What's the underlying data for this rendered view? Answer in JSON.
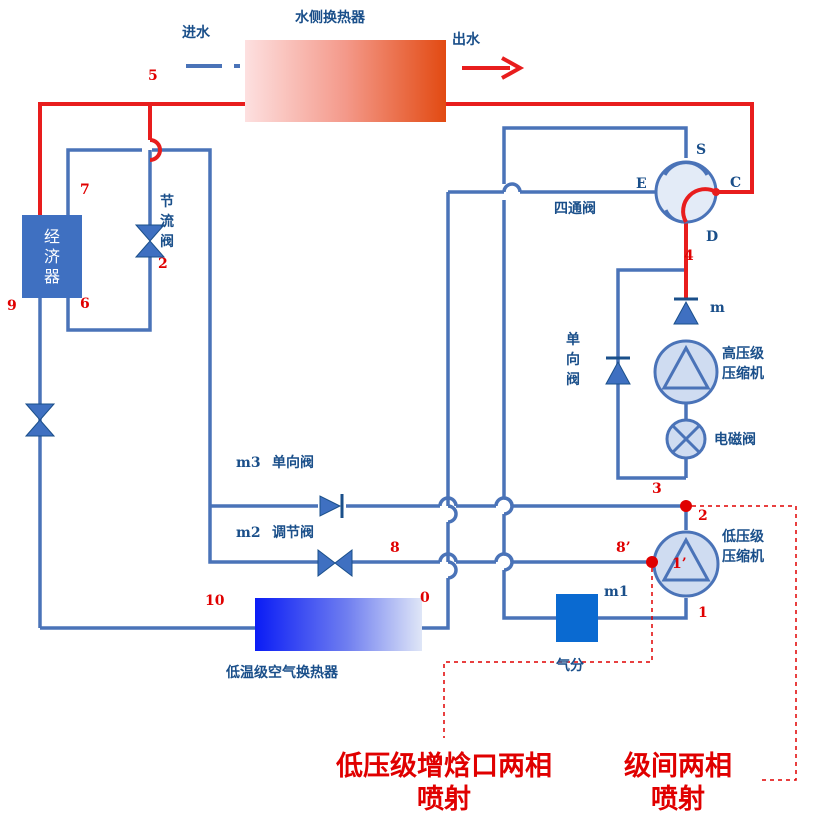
{
  "water_hx": {
    "label": "水侧换热器",
    "inlet": "进水",
    "outlet": "出水"
  },
  "economizer": {
    "label": "经济器"
  },
  "throttle_valve": {
    "label": "节流阀"
  },
  "four_way_valve": {
    "label": "四通阀",
    "ports": {
      "s": "S",
      "e": "E",
      "c": "C",
      "d": "D"
    }
  },
  "check_valve_upper": {
    "label": "单向阀"
  },
  "check_valve_m3": {
    "label": "单向阀",
    "tag": "m3"
  },
  "regulating_valve_m2": {
    "label": "调节阀",
    "tag": "m2"
  },
  "high_stage_compressor": {
    "label": "高压级压缩机"
  },
  "low_stage_compressor": {
    "label": "低压级压缩机"
  },
  "solenoid_valve": {
    "label": "电磁阀"
  },
  "separator": {
    "label": "气分",
    "tag": "m1"
  },
  "air_hx": {
    "label": "低温级空气换热器"
  },
  "node_labels": {
    "n5": "5",
    "n7": "7",
    "n6": "6",
    "n9": "9",
    "n2a": "2",
    "n4": "4",
    "m": "m",
    "n3": "3",
    "n2b": "2",
    "n8": "8",
    "n8p": "8’",
    "n1p": "1’",
    "n1": "1",
    "n10": "10",
    "n0": "0"
  },
  "annotations": {
    "low_pressure_injection": [
      "低压级增焓口两相",
      "喷射"
    ],
    "interstage_injection": [
      "级间两相",
      "喷射"
    ]
  },
  "colors": {
    "pipe_blue": "#4a73b8",
    "pipe_red": "#e81d1d",
    "text_blue": "#1a4f8a",
    "text_red": "#e00000"
  }
}
